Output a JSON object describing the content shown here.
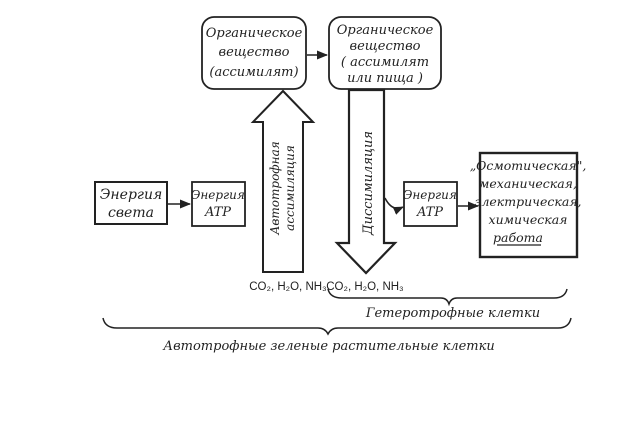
{
  "boxes": {
    "light_energy": [
      "Энергия",
      "света"
    ],
    "atp_left": [
      "Энергия",
      "ATP"
    ],
    "organic_assimilate": [
      "Органическое",
      "вещество",
      "(ассимилят)"
    ],
    "organic_food": [
      "Органическое",
      "вещество",
      "( ассимилят",
      "или   пища )"
    ],
    "atp_right": [
      "Энергия",
      "ATP"
    ],
    "work": [
      "„Осмотическая\",",
      "механическая,",
      "электрическая,",
      "химическая",
      "работа"
    ]
  },
  "arrows": {
    "autotrophic": [
      "Автотрофная",
      "ассимиляция"
    ],
    "dissimilation": "Диссимиляция"
  },
  "formulas": {
    "left": "CO₂, H₂O, NH₃",
    "right": "CO₂, H₂O, NH₃"
  },
  "braces": {
    "heterotrophic": "Гетеротрофные  клетки",
    "autotrophic": "Автотрофные  зеленые  растительные  клетки"
  },
  "colors": {
    "ink": "#222222",
    "paper": "#ffffff"
  }
}
